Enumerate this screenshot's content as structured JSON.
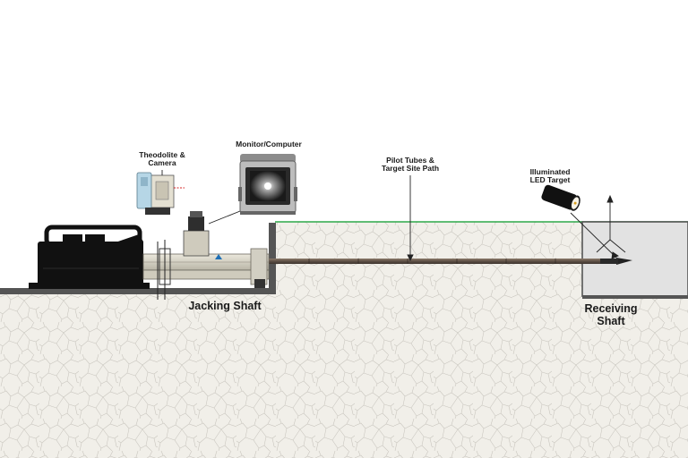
{
  "labels": {
    "theodolite": "Theodolite &",
    "camera": "Camera",
    "monitor": "Monitor/Computer",
    "pilot_tubes": "Pilot Tubes &",
    "target_site_path": "Target Site Path",
    "illuminated": "Illuminated",
    "led_target": "LED Target",
    "jacking_shaft": "Jacking Shaft",
    "receiving": "Receiving",
    "shaft": "Shaft"
  },
  "colors": {
    "soil": "#f1efe9",
    "soil_cracks": "#c9c6bf",
    "shaft_wall": "#555555",
    "surface_line": "#2ea84a",
    "machine": "#111111",
    "frame": "#d9d6c8",
    "receiving_shaft_fill": "#e2e2e2"
  }
}
